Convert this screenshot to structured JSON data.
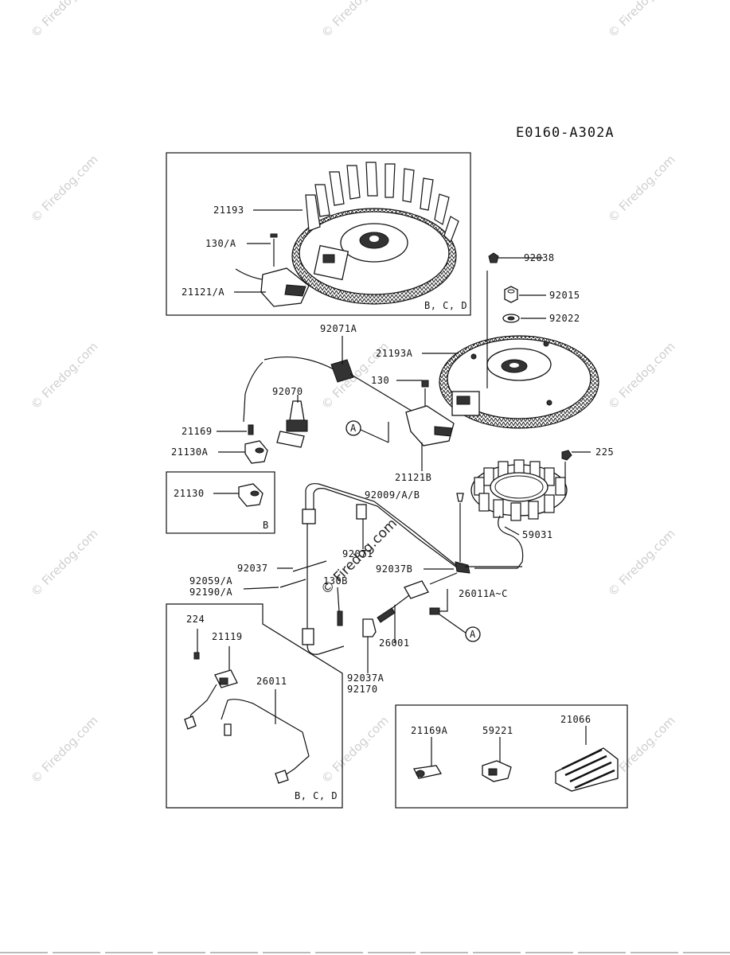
{
  "diagram_code": "E0160-A302A",
  "watermark": "© Firedog.com",
  "watermark_center": "© Firedog.com",
  "inset_labels": {
    "bcd_top": "B, C, D",
    "b_mid": "B",
    "bcd_bottom": "B, C, D"
  },
  "callouts": {
    "a1": "A",
    "a2": "A"
  },
  "parts": {
    "p21193": "21193",
    "p130a": "130/A",
    "p21121a": "21121/A",
    "p92038": "92038",
    "p92015": "92015",
    "p92022": "92022",
    "p92071a": "92071A",
    "p21193a": "21193A",
    "p130": "130",
    "p92070": "92070",
    "p21169": "21169",
    "p21130a": "21130A",
    "p21121b": "21121B",
    "p225": "225",
    "p21130": "21130",
    "p92009": "92009/A/B",
    "p59031": "59031",
    "p92071": "92071",
    "p92037": "92037",
    "p92037b": "92037B",
    "p92059": "92059/A",
    "p92190": "92190/A",
    "p130b": "130B",
    "p26011a": "26011A~C",
    "p224": "224",
    "p21119": "21119",
    "p26001": "26001",
    "p26011": "26011",
    "p92037a": "92037A",
    "p92170": "92170",
    "p21169a": "21169A",
    "p59221": "59221",
    "p21066": "21066"
  }
}
